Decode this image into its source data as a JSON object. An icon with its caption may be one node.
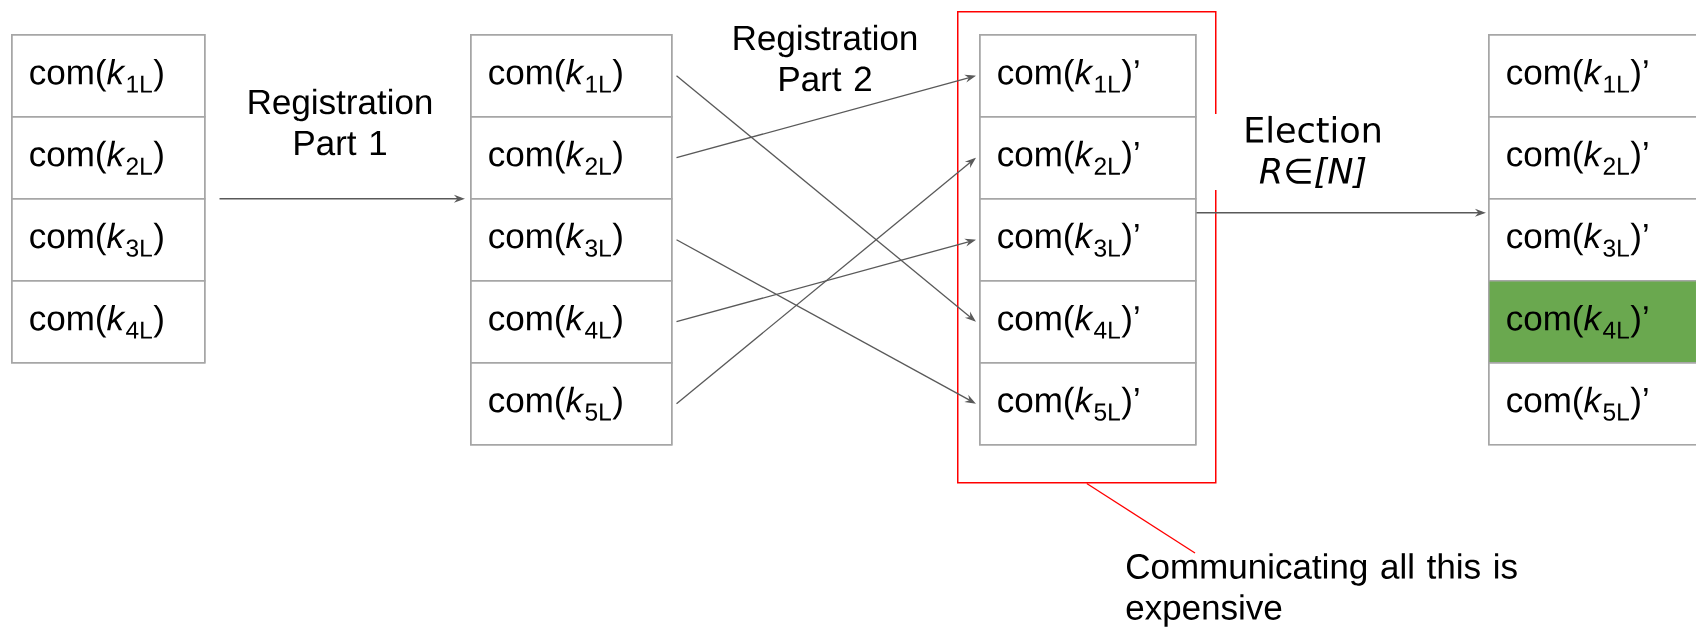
{
  "diagram": {
    "nodes": [
      {
        "text": [],
        "shape": "box"
      },
      {
        "text": [
          "com(*k*$_{1L}$)"
        ],
        "in": 0
      },
      {
        "text": [
          "com(*k*$_{2L}$)"
        ],
        "in": 0
      },
      {
        "text": [
          "com(*k*$_{3L}$)"
        ],
        "in": 0
      },
      {
        "text": [
          "com(*k*$_{4L}$)"
        ],
        "in": 0
      },
      {
        "text": [],
        "shape": "box"
      },
      {
        "text": [
          "com(*k*$_{1L}$)"
        ],
        "in": 5
      },
      {
        "text": [
          "com(*k*$_{2L}$)"
        ],
        "in": 5
      },
      {
        "text": [
          "com(*k*$_{3L}$)"
        ],
        "in": 5
      },
      {
        "text": [
          "com(*k*$_{4L}$)"
        ],
        "in": 5
      },
      {
        "text": [
          "com(*k*$_{5L}$)"
        ],
        "in": 5
      },
      {
        "text": [],
        "shape": "box"
      },
      {
        "text": [],
        "shape": "box",
        "in": 11
      },
      {
        "text": [
          "com(*k*$_{1L}$)’"
        ],
        "in": 12
      },
      {
        "text": [
          "com(*k*$_{2L}$)’"
        ],
        "in": 12
      },
      {
        "text": [
          "com(*k*$_{3L}$)’"
        ],
        "in": 12
      },
      {
        "text": [
          "com(*k*$_{4L}$)’"
        ],
        "in": 12
      },
      {
        "text": [
          "com(*k*$_{5L}$)’"
        ],
        "in": 12
      },
      {
        "text": [
          "Communicating all this is expensive"
        ]
      },
      {
        "text": [],
        "shape": "box"
      },
      {
        "text": [
          "com(*k*$_{1L}$)’"
        ],
        "in": 19
      },
      {
        "text": [
          "com(*k*$_{2L}$)’"
        ],
        "in": 19
      },
      {
        "text": [
          "com(*k*$_{3L}$)’"
        ],
        "in": 19
      },
      {
        "text": [
          "com(*k*$_{4L}$)’"
        ],
        "in": 19
      },
      {
        "text": [
          "com(*k*$_{5L}$)’"
        ],
        "in": 19
      }
    ],
    "edges": [
      {
        "from": 0,
        "to": 5,
        "arrow": "to",
        "label": "Registration Part 1"
      },
      {
        "from": 6,
        "to": 16,
        "arrow": "to"
      },
      {
        "from": 7,
        "to": 13,
        "arrow": "to"
      },
      {
        "from": 8,
        "to": 17,
        "arrow": "to"
      },
      {
        "from": 9,
        "to": 15,
        "arrow": "to"
      },
      {
        "from": 10,
        "to": 14,
        "arrow": "to"
      },
      {
        "from": 12,
        "to": 19,
        "arrow": "to",
        "label": "Election *R∈[N]*"
      },
      {
        "from": 18,
        "to": 11,
        "arrow": "none",
        "color": "#ff0000"
      }
    ],
    "labels": [
      "Registration Part 2"
    ]
  }
}
